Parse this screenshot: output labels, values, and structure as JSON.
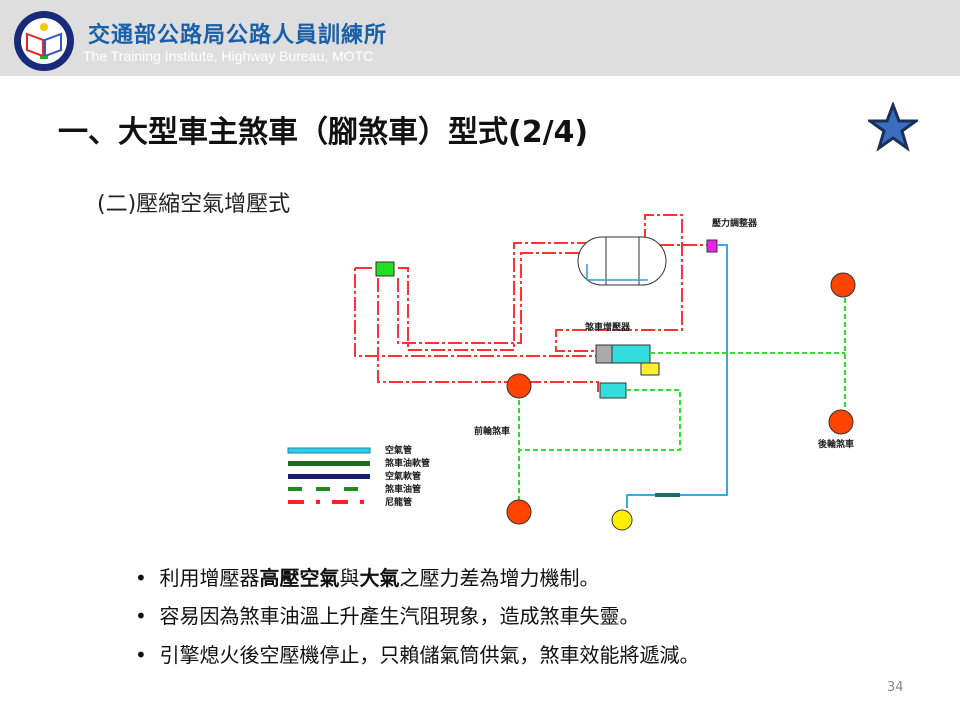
{
  "header": {
    "org_cn": "交通部公路局公路人員訓練所",
    "org_en": "The Training Institute, Highway Bureau, MOTC"
  },
  "title": "一、大型車主煞車（腳煞車）型式(2/4)",
  "subtitle": "(二)壓縮空氣增壓式",
  "diagram": {
    "labels": {
      "regulator": "壓力調整器",
      "booster": "煞車增壓器",
      "front": "前輪煞車",
      "rear": "後輪煞車"
    },
    "legend": [
      {
        "label": "空氣管",
        "color": "#33ccee"
      },
      {
        "label": "煞車油軟管",
        "color": "#1e6b1e"
      },
      {
        "label": "空氣軟管",
        "color": "#1a1a6e"
      },
      {
        "label": "煞車油管",
        "color": "#1e8b1e"
      },
      {
        "label": "尼龍管",
        "color": "#ff2222"
      }
    ]
  },
  "bullets": [
    {
      "pre": "利用增壓器",
      "b1": "高壓空氣",
      "mid": "與",
      "b2": "大氣",
      "post": "之壓力差為增力機制。"
    },
    {
      "text": "容易因為煞車油溫上升產生汽阻現象，造成煞車失靈。"
    },
    {
      "text": "引擎熄火後空壓機停止，只賴儲氣筒供氣，煞車效能將遞減。"
    }
  ],
  "page_number": "34"
}
